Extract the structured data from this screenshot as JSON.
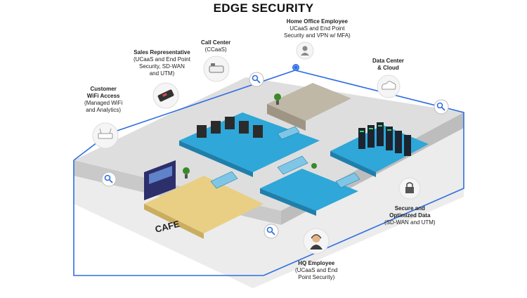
{
  "title": "EDGE SECURITY",
  "cafe_label": "CAFE",
  "labels": {
    "home_office": {
      "name": "Home Office Employee",
      "line1": "UCaaS and End Point",
      "line2": "Security and VPN w/ MFA)"
    },
    "call_center": {
      "name": "Call Center",
      "line1": "(CCaaS)"
    },
    "sales_rep": {
      "name": "Sales Representative",
      "line1": "(UCaaS and End Point",
      "line2": "Security, SD-WAN",
      "line3": "and UTM)"
    },
    "wifi": {
      "name": "Customer",
      "name2": "WiFi Access",
      "line1": "(Managed WiFi",
      "line2": "and Analytics)"
    },
    "datacenter": {
      "name": "Data Center",
      "name2": "& Cloud"
    },
    "secure_data": {
      "name": "Secure and",
      "name2": "Optimized Data",
      "line1": "(SD-WAN and UTM)"
    },
    "hq": {
      "name": "HQ Employee",
      "line1": "(UCaaS and End",
      "line2": "Point Security)"
    }
  },
  "colors": {
    "link": "#2f6ee0",
    "floor_blue": "#2fa7d8",
    "floor_tan": "#e9cf84",
    "slab": "#dcdcdc",
    "slab_side": "#c4c4c4",
    "beige_room": "#bfb8a7"
  },
  "icons": [
    "magnifier-icon",
    "router-icon",
    "card-terminal-icon",
    "phone-icon",
    "user-icon",
    "cloud-icon",
    "lock-icon",
    "headset-user-icon",
    "globe-icon"
  ]
}
